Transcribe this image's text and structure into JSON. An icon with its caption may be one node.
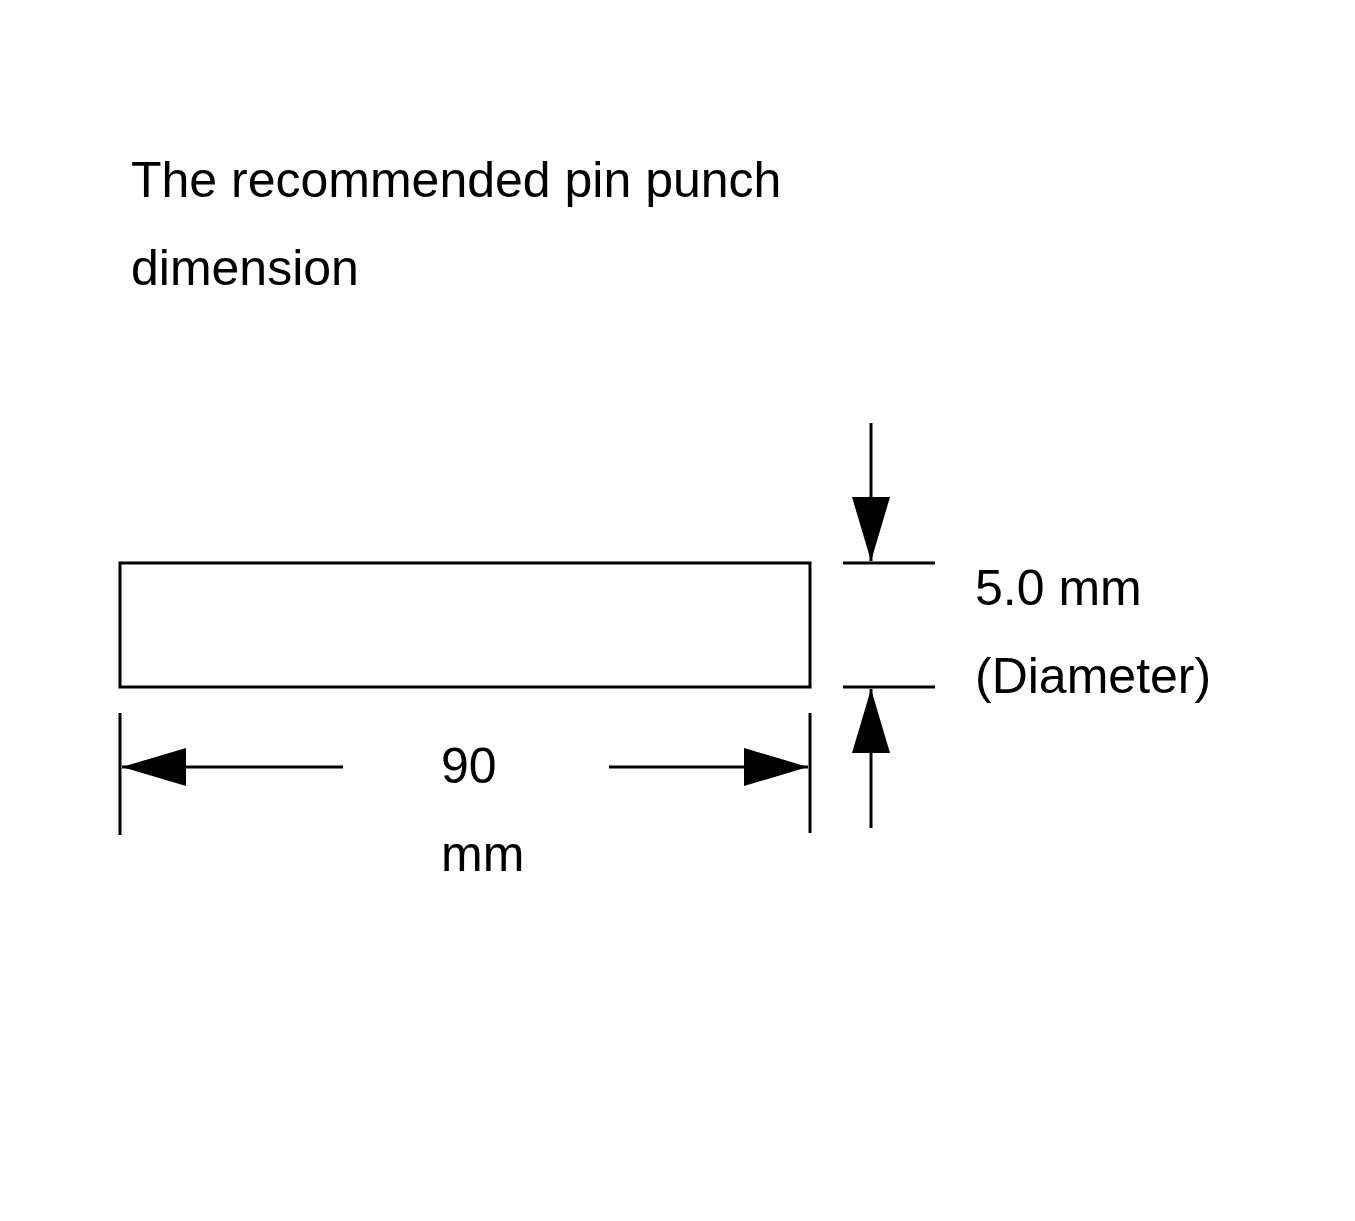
{
  "diagram": {
    "title": "The recommended pin punch dimension",
    "nodes": [
      {
        "text": [],
        "shape": "box"
      }
    ],
    "labels": [
      "90 mm",
      "5.0 mm (Diameter)"
    ]
  }
}
